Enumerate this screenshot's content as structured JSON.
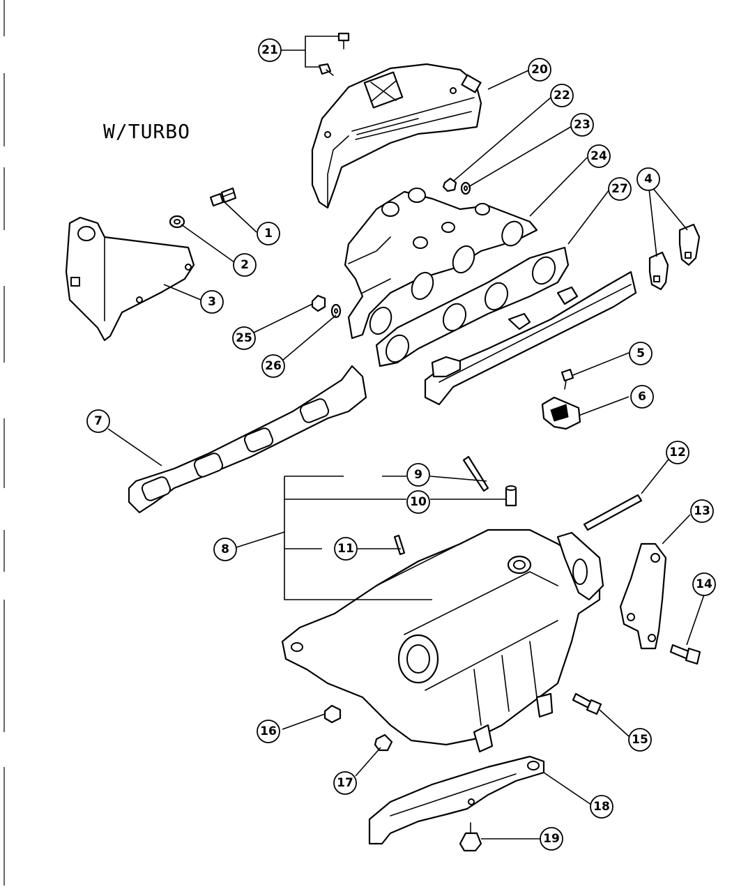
{
  "variant_label": "W/TURBO",
  "callouts": [
    "1",
    "2",
    "3",
    "4",
    "5",
    "6",
    "7",
    "8",
    "9",
    "10",
    "11",
    "12",
    "13",
    "14",
    "15",
    "16",
    "17",
    "18",
    "19",
    "20",
    "21",
    "22",
    "23",
    "24",
    "25",
    "26",
    "27"
  ]
}
